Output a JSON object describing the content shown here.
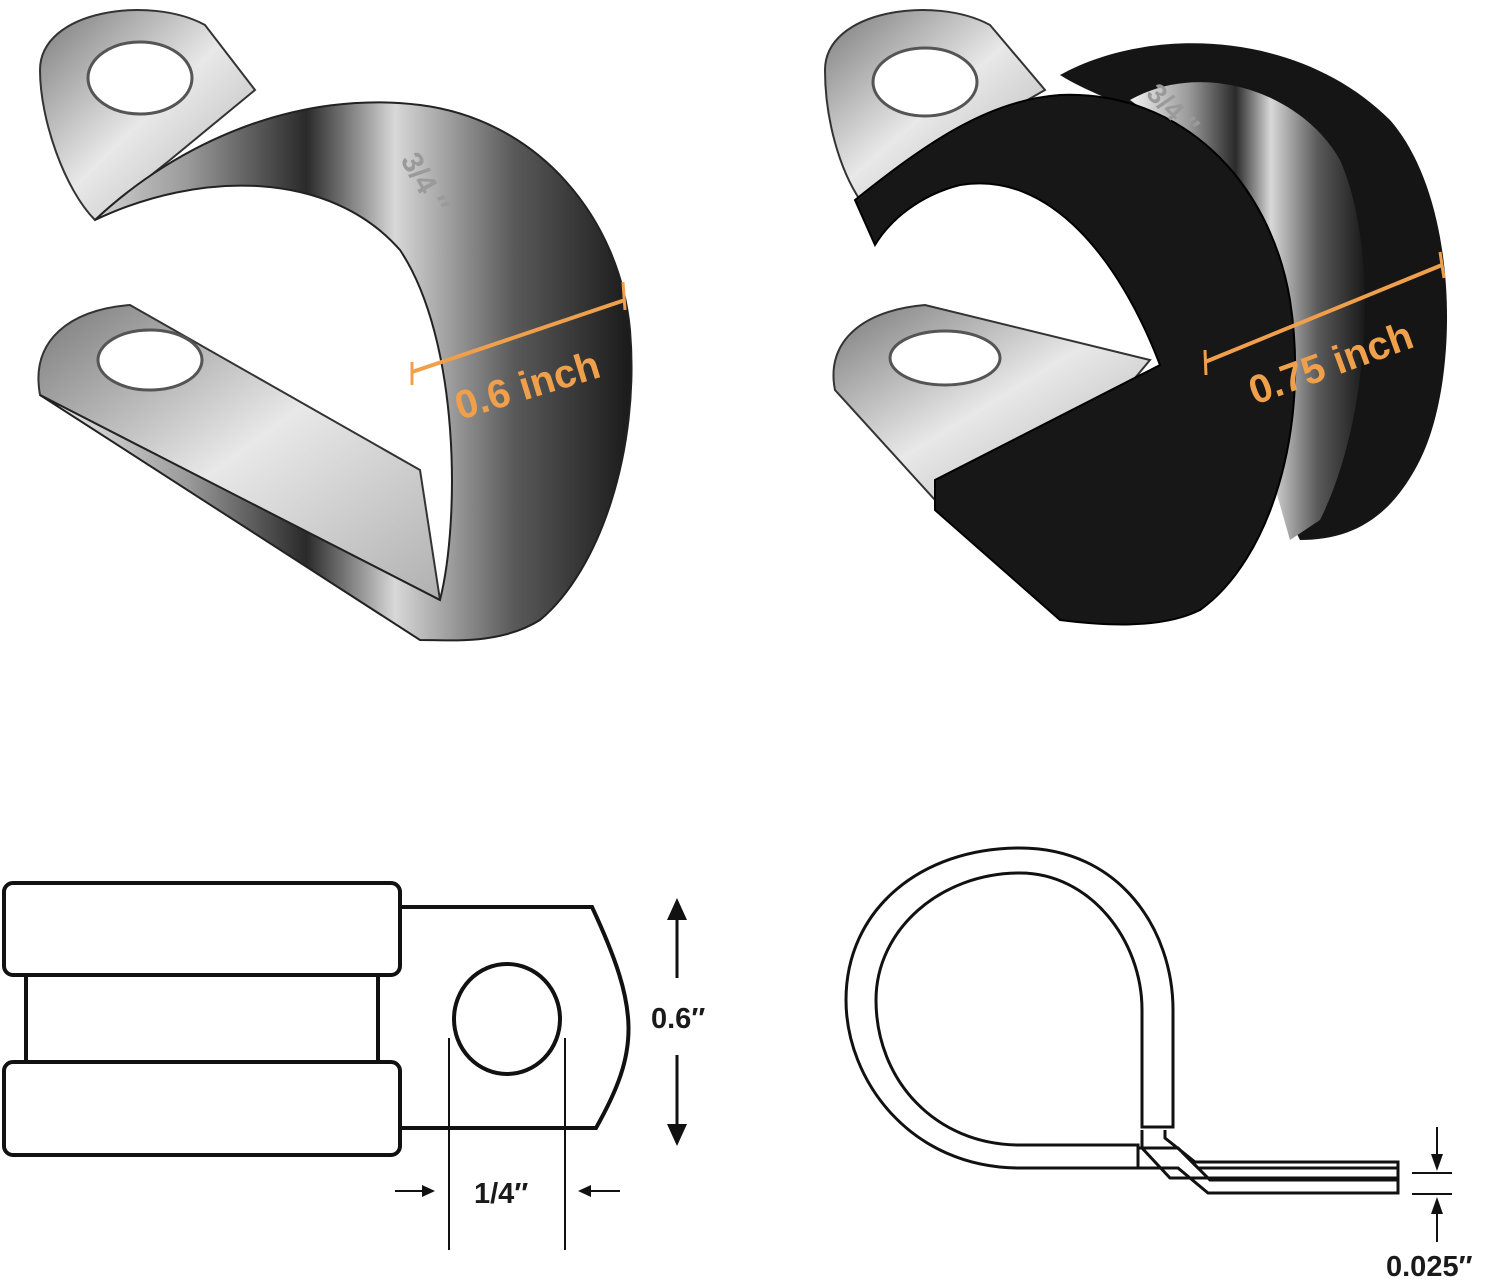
{
  "colors": {
    "accent": "#f0a04b",
    "rubber": "#141414",
    "line": "#111111"
  },
  "clamp_plain": {
    "size_marking": "3/4 ″",
    "width_label": "0.6 inch"
  },
  "clamp_cushioned": {
    "size_marking": "3/4 ″",
    "width_label": "0.75 inch"
  },
  "side_view": {
    "height_label": "0.6″",
    "hole_label": "1/4″"
  },
  "profile_view": {
    "thickness_label": "0.025″"
  }
}
